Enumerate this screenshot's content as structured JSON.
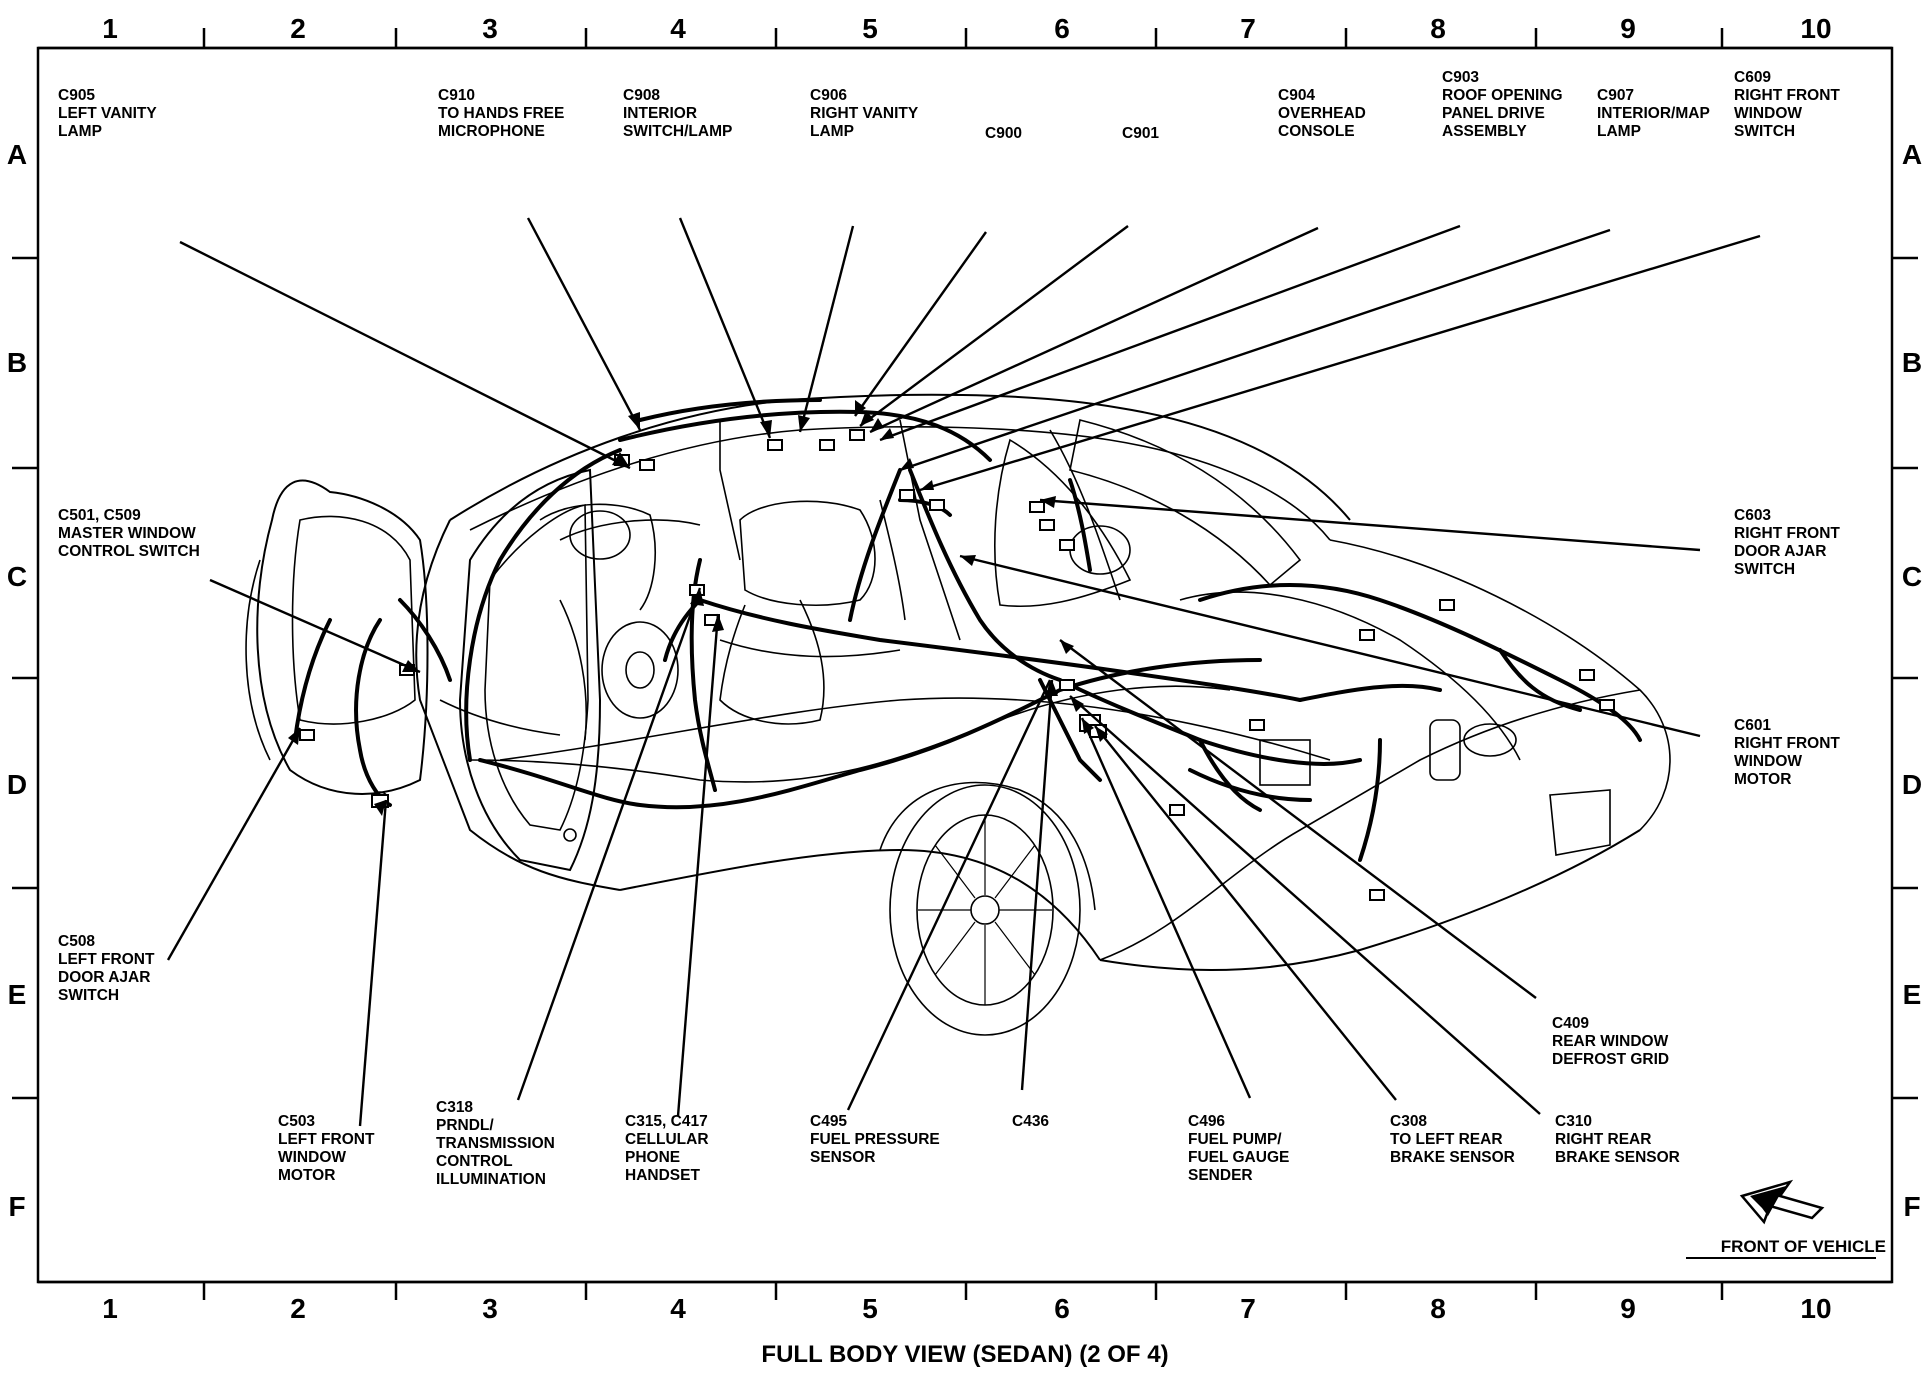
{
  "grid": {
    "columns": [
      "1",
      "2",
      "3",
      "4",
      "5",
      "6",
      "7",
      "8",
      "9",
      "10"
    ],
    "rows": [
      "A",
      "B",
      "C",
      "D",
      "E",
      "F"
    ]
  },
  "callouts": [
    {
      "id": "c905",
      "lines": [
        "C905",
        "LEFT VANITY",
        "LAMP"
      ]
    },
    {
      "id": "c910",
      "lines": [
        "C910",
        "TO HANDS FREE",
        "MICROPHONE"
      ]
    },
    {
      "id": "c908",
      "lines": [
        "C908",
        "INTERIOR",
        "SWITCH/LAMP"
      ]
    },
    {
      "id": "c906",
      "lines": [
        "C906",
        "RIGHT VANITY",
        "LAMP"
      ]
    },
    {
      "id": "c900",
      "lines": [
        "C900"
      ]
    },
    {
      "id": "c901",
      "lines": [
        "C901"
      ]
    },
    {
      "id": "c904",
      "lines": [
        "C904",
        "OVERHEAD",
        "CONSOLE"
      ]
    },
    {
      "id": "c903",
      "lines": [
        "C903",
        "ROOF  OPENING",
        "PANEL DRIVE",
        "ASSEMBLY"
      ]
    },
    {
      "id": "c907",
      "lines": [
        "C907",
        "INTERIOR/MAP",
        "LAMP"
      ]
    },
    {
      "id": "c609",
      "lines": [
        "C609",
        "RIGHT FRONT",
        "WINDOW",
        "SWITCH"
      ]
    },
    {
      "id": "c501",
      "lines": [
        "C501, C509",
        "MASTER WINDOW",
        "CONTROL SWITCH"
      ]
    },
    {
      "id": "c603",
      "lines": [
        "C603",
        "RIGHT FRONT",
        "DOOR AJAR",
        "SWITCH"
      ]
    },
    {
      "id": "c601",
      "lines": [
        "C601",
        "RIGHT FRONT",
        "WINDOW",
        "MOTOR"
      ]
    },
    {
      "id": "c508",
      "lines": [
        "C508",
        "LEFT FRONT",
        "DOOR AJAR",
        "SWITCH"
      ]
    },
    {
      "id": "c409",
      "lines": [
        "C409",
        "REAR WINDOW",
        "DEFROST GRID"
      ]
    },
    {
      "id": "c503",
      "lines": [
        "C503",
        "LEFT FRONT",
        "WINDOW",
        "MOTOR"
      ]
    },
    {
      "id": "c318",
      "lines": [
        "C318",
        "PRNDL/",
        "TRANSMISSION",
        "CONTROL",
        "ILLUMINATION"
      ]
    },
    {
      "id": "c315",
      "lines": [
        "C315, C417",
        "CELLULAR",
        "PHONE",
        "HANDSET"
      ]
    },
    {
      "id": "c495",
      "lines": [
        "C495",
        "FUEL PRESSURE",
        "SENSOR"
      ]
    },
    {
      "id": "c436",
      "lines": [
        "C436"
      ]
    },
    {
      "id": "c496",
      "lines": [
        "C496",
        "FUEL PUMP/",
        "FUEL GAUGE",
        "SENDER"
      ]
    },
    {
      "id": "c308",
      "lines": [
        "C308",
        "TO LEFT REAR",
        "BRAKE SENSOR"
      ]
    },
    {
      "id": "c310",
      "lines": [
        "C310",
        "RIGHT REAR",
        "BRAKE SENSOR"
      ]
    }
  ],
  "front_label": "FRONT OF VEHICLE",
  "caption": "FULL BODY VIEW (SEDAN) (2 OF 4)"
}
